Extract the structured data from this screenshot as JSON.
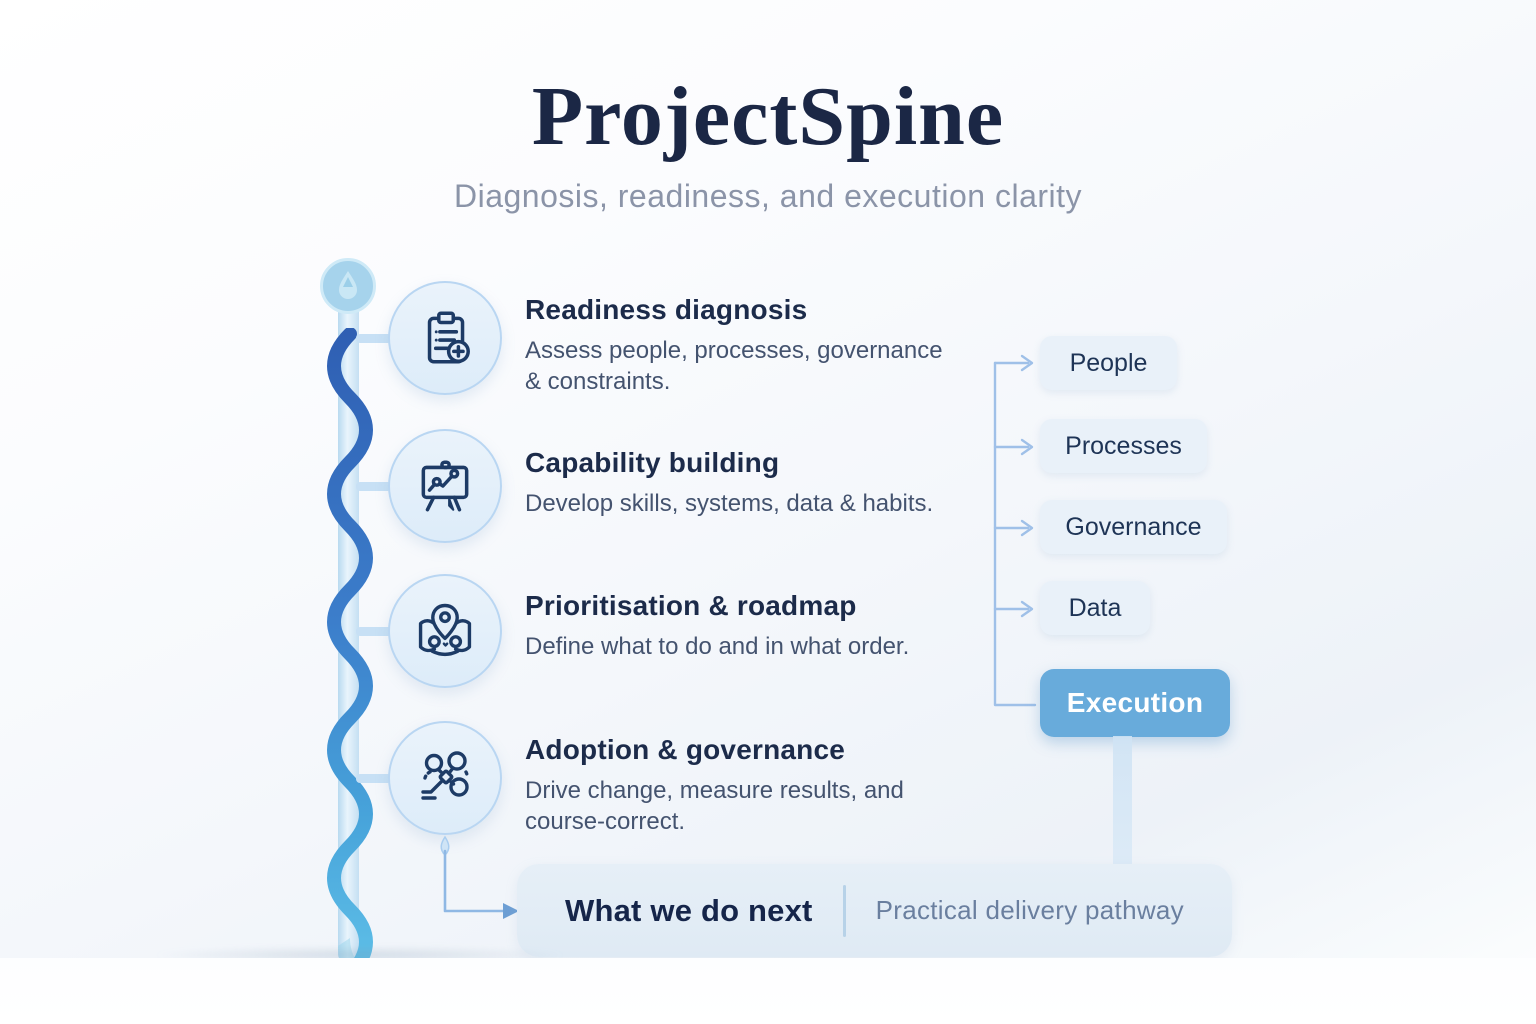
{
  "header": {
    "title": "ProjectSpine",
    "subtitle": "Diagnosis, readiness, and execution clarity"
  },
  "steps": [
    {
      "icon": "clipboard-plus-icon",
      "title": "Readiness diagnosis",
      "description": "Assess people, processes, governance & constraints."
    },
    {
      "icon": "presentation-chart-icon",
      "title": "Capability building",
      "description": "Develop skills, systems, data & habits."
    },
    {
      "icon": "map-pins-icon",
      "title": "Prioritisation & roadmap",
      "description": "Define what to do and in what order."
    },
    {
      "icon": "org-network-icon",
      "title": "Adoption & governance",
      "description": "Drive change, measure results, and course-correct."
    }
  ],
  "dimensions": {
    "labels": [
      "People",
      "Processes",
      "Governance",
      "Data",
      "Execution"
    ],
    "highlighted": "Execution"
  },
  "footer": {
    "title": "What we do next",
    "subtitle": "Practical delivery pathway"
  },
  "colors": {
    "title_navy": "#1b2745",
    "icon_stroke_navy": "#1d3b66",
    "spine_wave_dark": "#2f5fb3",
    "spine_wave_light": "#5fc0e8",
    "chip_light_bg": "#e9f1f9",
    "chip_execution_bg": "#68abdb",
    "footer_bg": "#e3edf6",
    "connector_blue": "#9fc0e8"
  }
}
